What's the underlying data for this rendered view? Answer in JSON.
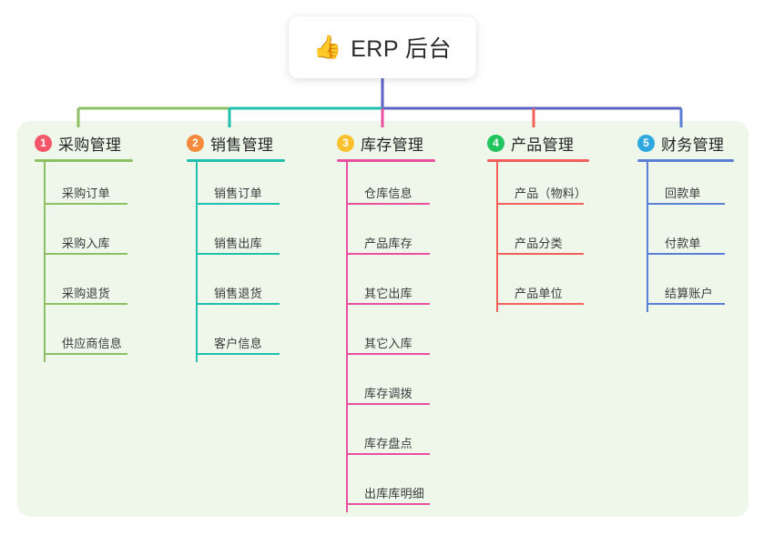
{
  "root": {
    "icon": "thumbs-up-icon",
    "icon_glyph": "👍",
    "title": "ERP 后台"
  },
  "panel": {
    "background": "#eef7e9"
  },
  "connector_colors": {
    "trunk": "#5b63c4",
    "segment_left_1": "#8cc063",
    "segment_left_2": "#20bfae",
    "segment_right": "#5b63c4"
  },
  "branches": [
    {
      "number": "1",
      "title": "采购管理",
      "badge_color": "#f4566a",
      "line_color": "#8cc063",
      "items": [
        "采购订单",
        "采购入库",
        "采购退货",
        "供应商信息"
      ]
    },
    {
      "number": "2",
      "title": "销售管理",
      "badge_color": "#f58a3c",
      "line_color": "#20bfae",
      "items": [
        "销售订单",
        "销售出库",
        "销售退货",
        "客户信息"
      ]
    },
    {
      "number": "3",
      "title": "库存管理",
      "badge_color": "#fbc02d",
      "line_color": "#ea50a0",
      "items": [
        "仓库信息",
        "产品库存",
        "其它出库",
        "其它入库",
        "库存调拨",
        "库存盘点",
        "出库库明细"
      ]
    },
    {
      "number": "4",
      "title": "产品管理",
      "badge_color": "#22c55e",
      "line_color": "#f4615c",
      "items": [
        "产品（物料）",
        "产品分类",
        "产品单位"
      ]
    },
    {
      "number": "5",
      "title": "财务管理",
      "badge_color": "#2fa8e0",
      "line_color": "#5b7fd4",
      "items": [
        "回款单",
        "付款单",
        "结算账户"
      ]
    }
  ]
}
